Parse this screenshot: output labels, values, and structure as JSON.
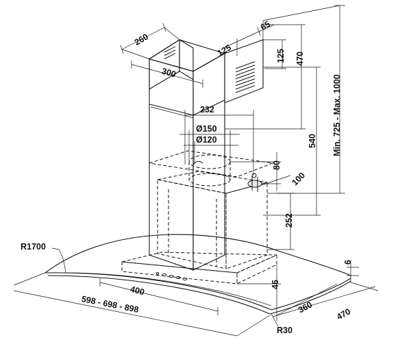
{
  "dimensions": {
    "chimney_depth": "260",
    "chimney_width": "300",
    "top_offset_a": "125",
    "top_offset_b": "65",
    "vent_height": "125",
    "upper_height": "470",
    "overall_height": "Min. 725 - Max. 1000",
    "outlet_spacing": "232",
    "dia_outer": "Ø150",
    "dia_inner": "Ø120",
    "bracket_height": "540",
    "mount_offset_a": "80",
    "mount_offset_b": "100",
    "motor_height": "252",
    "glass_radius": "R1700",
    "glass_thickness": "6",
    "canopy_height": "46",
    "canopy_inner_width": "400",
    "canopy_widths": "598 - 698 - 898",
    "canopy_depth_inner": "360",
    "canopy_depth_outer": "470",
    "corner_radius": "R30"
  }
}
